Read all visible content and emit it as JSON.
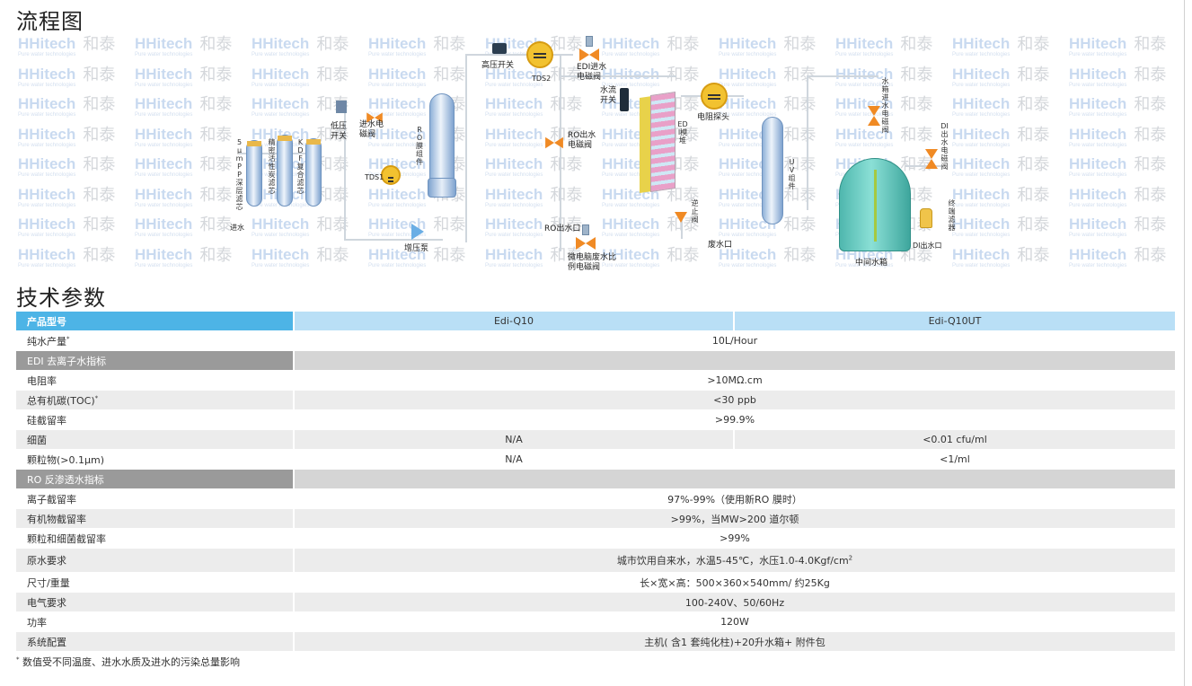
{
  "headings": {
    "flow": "流程图",
    "spec": "技术参数"
  },
  "watermark": {
    "en": "HHitech",
    "sub": "Pure water technologies",
    "cn": "和泰"
  },
  "diagram": {
    "labels": {
      "feed_water": "进水",
      "pp_filter": "5μm PP深层滤芯",
      "precision_carbon": "精密活性炭滤芯",
      "kdf_filter": "KDF复合滤芯",
      "low_pressure_switch": "低压开关",
      "inlet_solenoid": "进水电磁阀",
      "tds1": "TDS1",
      "booster_pump": "增压泵",
      "ro_module": "RO膜组件",
      "high_pressure_switch": "高压开关",
      "tds2": "TDS2",
      "edi_inlet_solenoid": "EDI进水电磁阀",
      "flow_switch": "水流开关",
      "ro_outlet_solenoid": "RO出水电磁阀",
      "ro_outlet": "RO出水口",
      "micro_waste": "微电脑废水比例电磁阀",
      "edi_module": "EDI模堆",
      "resistivity_probe": "电阻探头",
      "check_valve": "逆止阀",
      "waste_outlet": "废水口",
      "uv_module": "UV组件",
      "tank_inlet_solenoid": "水箱进水电磁阀",
      "intermediate_tank": "中间水箱",
      "di_outlet_solenoid": "DI出水电磁阀",
      "terminal_filter": "终端滤器",
      "di_outlet": "DI出水口"
    }
  },
  "spec_table": {
    "header": {
      "label": "产品型号",
      "model_a": "Edi-Q10",
      "model_b": "Edi-Q10UT"
    },
    "pure_water_output": {
      "label": "纯水产量",
      "mark": "*",
      "value": "10L/Hour"
    },
    "section_edi": "EDI 去离子水指标",
    "resistivity": {
      "label": "电阻率",
      "value": ">10MΩ.cm"
    },
    "toc": {
      "label": "总有机碳(TOC)",
      "mark": "*",
      "value": "<30 ppb"
    },
    "silica": {
      "label": "硅截留率",
      "value": ">99.9%"
    },
    "bacteria": {
      "label": "细菌",
      "value_a": "N/A",
      "value_b": "<0.01 cfu/ml"
    },
    "particles": {
      "label": "颗粒物(>0.1μm)",
      "value_a": "N/A",
      "value_b": "<1/ml"
    },
    "section_ro": "RO 反渗透水指标",
    "ion_rejection": {
      "label": "离子截留率",
      "value": "97%-99%（使用新RO 膜时）"
    },
    "organic_rejection": {
      "label": "有机物截留率",
      "value": ">99%，当MW>200 道尔顿"
    },
    "particle_bacteria_rejection": {
      "label": "颗粒和细菌截留率",
      "value": ">99%"
    },
    "raw_water": {
      "label": "原水要求",
      "value": "城市饮用自来水，水温5-45℃，水压1.0-4.0Kgf/cm",
      "sup": "2"
    },
    "size_weight": {
      "label": "尺寸/重量",
      "value": "长×宽×高：500×360×540mm/ 约25Kg"
    },
    "electrical": {
      "label": "电气要求",
      "value": "100-240V、50/60Hz"
    },
    "power": {
      "label": "功率",
      "value": "120W"
    },
    "configuration": {
      "label": "系统配置",
      "value": "主机( 含1 套纯化柱)+20升水箱+ 附件包"
    }
  },
  "footnote": {
    "mark": "*",
    "text": "数值受不同温度、进水水质及进水的污染总量影响"
  },
  "colors": {
    "header_blue": "#4db4e6",
    "header_light_blue": "#b9dff6",
    "section_gray": "#9a9a9a",
    "valve_orange": "#f08a24",
    "gauge_yellow": "#f2c230",
    "tank_teal": "#4fb7ae"
  }
}
